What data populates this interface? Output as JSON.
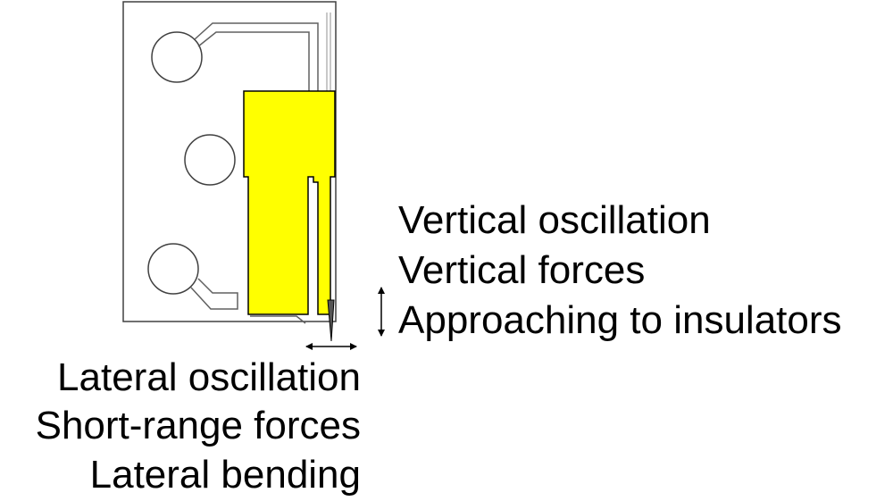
{
  "vertical_mode": {
    "lines": [
      "Vertical oscillation",
      "Vertical forces",
      "Approaching to insulators"
    ]
  },
  "lateral_mode": {
    "lines": [
      "Lateral oscillation",
      "Short-range forces",
      "Lateral bending"
    ]
  },
  "colors": {
    "sensor_fill": "#ffff00",
    "outline": "#000000",
    "trace": "#707070",
    "background": "#ffffff"
  }
}
